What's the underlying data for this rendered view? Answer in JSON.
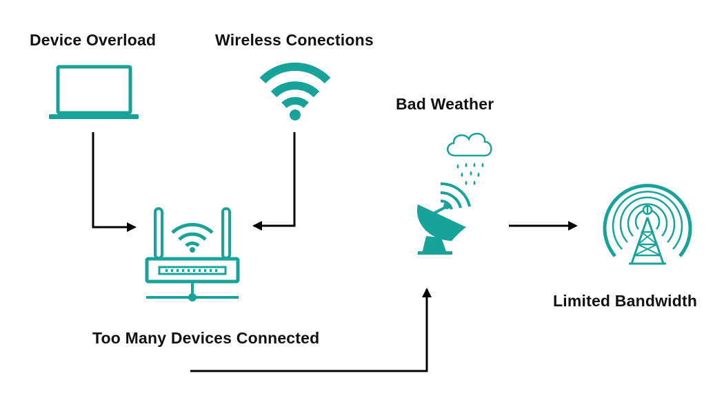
{
  "labels": {
    "device_overload": "Device Overload",
    "wireless_connections": "Wireless Conections",
    "bad_weather": "Bad Weather",
    "too_many_devices": "Too Many Devices Connected",
    "limited_bandwidth": "Limited Bandwidth"
  },
  "colors": {
    "icon": "#17A29A",
    "arrow": "#000000",
    "text": "#111111"
  },
  "icons": [
    "laptop-icon",
    "wifi-icon",
    "router-icon",
    "weather-cloud-icon",
    "satellite-dish-icon",
    "broadcast-tower-icon"
  ]
}
